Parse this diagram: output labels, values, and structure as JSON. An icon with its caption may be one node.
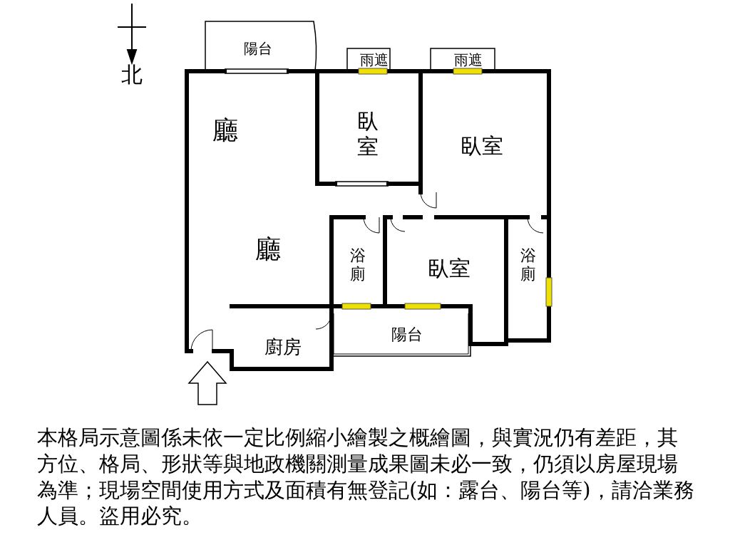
{
  "diagram": {
    "caption": "本格局示意圖係未依一定比例縮小繪製之概繪圖，與實況仍有差距，其方位、格局、形狀等與地政機關測量成果圖未必一致，仍須以房屋現場為準；現場空間使用方式及面積有無登記(如：露台、陽台等)，請洽業務人員。盜用必究。",
    "labels": [
      "北",
      "陽台",
      "雨遮",
      "雨遮",
      "廳",
      "臥室",
      "臥室",
      "廳",
      "浴廁",
      "臥室",
      "浴廁",
      "廚房",
      "陽台"
    ]
  }
}
